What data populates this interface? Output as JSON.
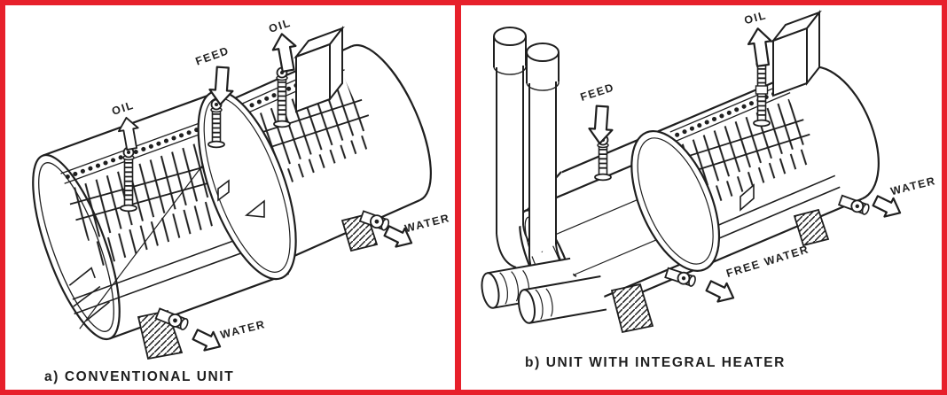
{
  "colors": {
    "frame_red": "#e7202b",
    "paper_white": "#ffffff",
    "ink_black": "#1f1f1f"
  },
  "panels": [
    {
      "id": "conventional-unit",
      "caption": "a) CONVENTIONAL UNIT",
      "labels": {
        "oil_upper": "OIL",
        "feed": "FEED",
        "oil_lower": "OIL",
        "water_right": "WATER",
        "water_bottom": "WATER"
      }
    },
    {
      "id": "unit-with-integral-heater",
      "caption": "b) UNIT WITH INTEGRAL HEATER",
      "labels": {
        "oil": "OIL",
        "feed": "FEED",
        "water": "WATER",
        "free_water": "FREE WATER"
      }
    }
  ]
}
